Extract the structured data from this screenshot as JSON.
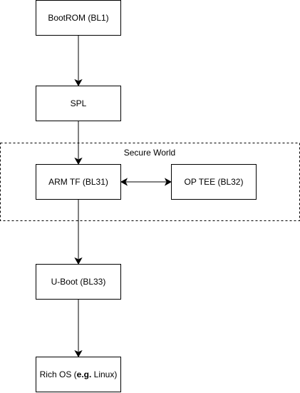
{
  "diagram": {
    "group": {
      "label": "Secure World"
    },
    "nodes": {
      "bootrom": {
        "label": "BootROM (BL1)"
      },
      "spl": {
        "label": "SPL"
      },
      "armtf": {
        "label": "ARM TF (BL31)"
      },
      "optee": {
        "label": "OP TEE (BL32)"
      },
      "uboot": {
        "label": "U-Boot (BL33)"
      },
      "richos": {
        "label_before": "Rich OS (",
        "label_bold": "e.g.",
        "label_after": " Linux)"
      }
    }
  }
}
